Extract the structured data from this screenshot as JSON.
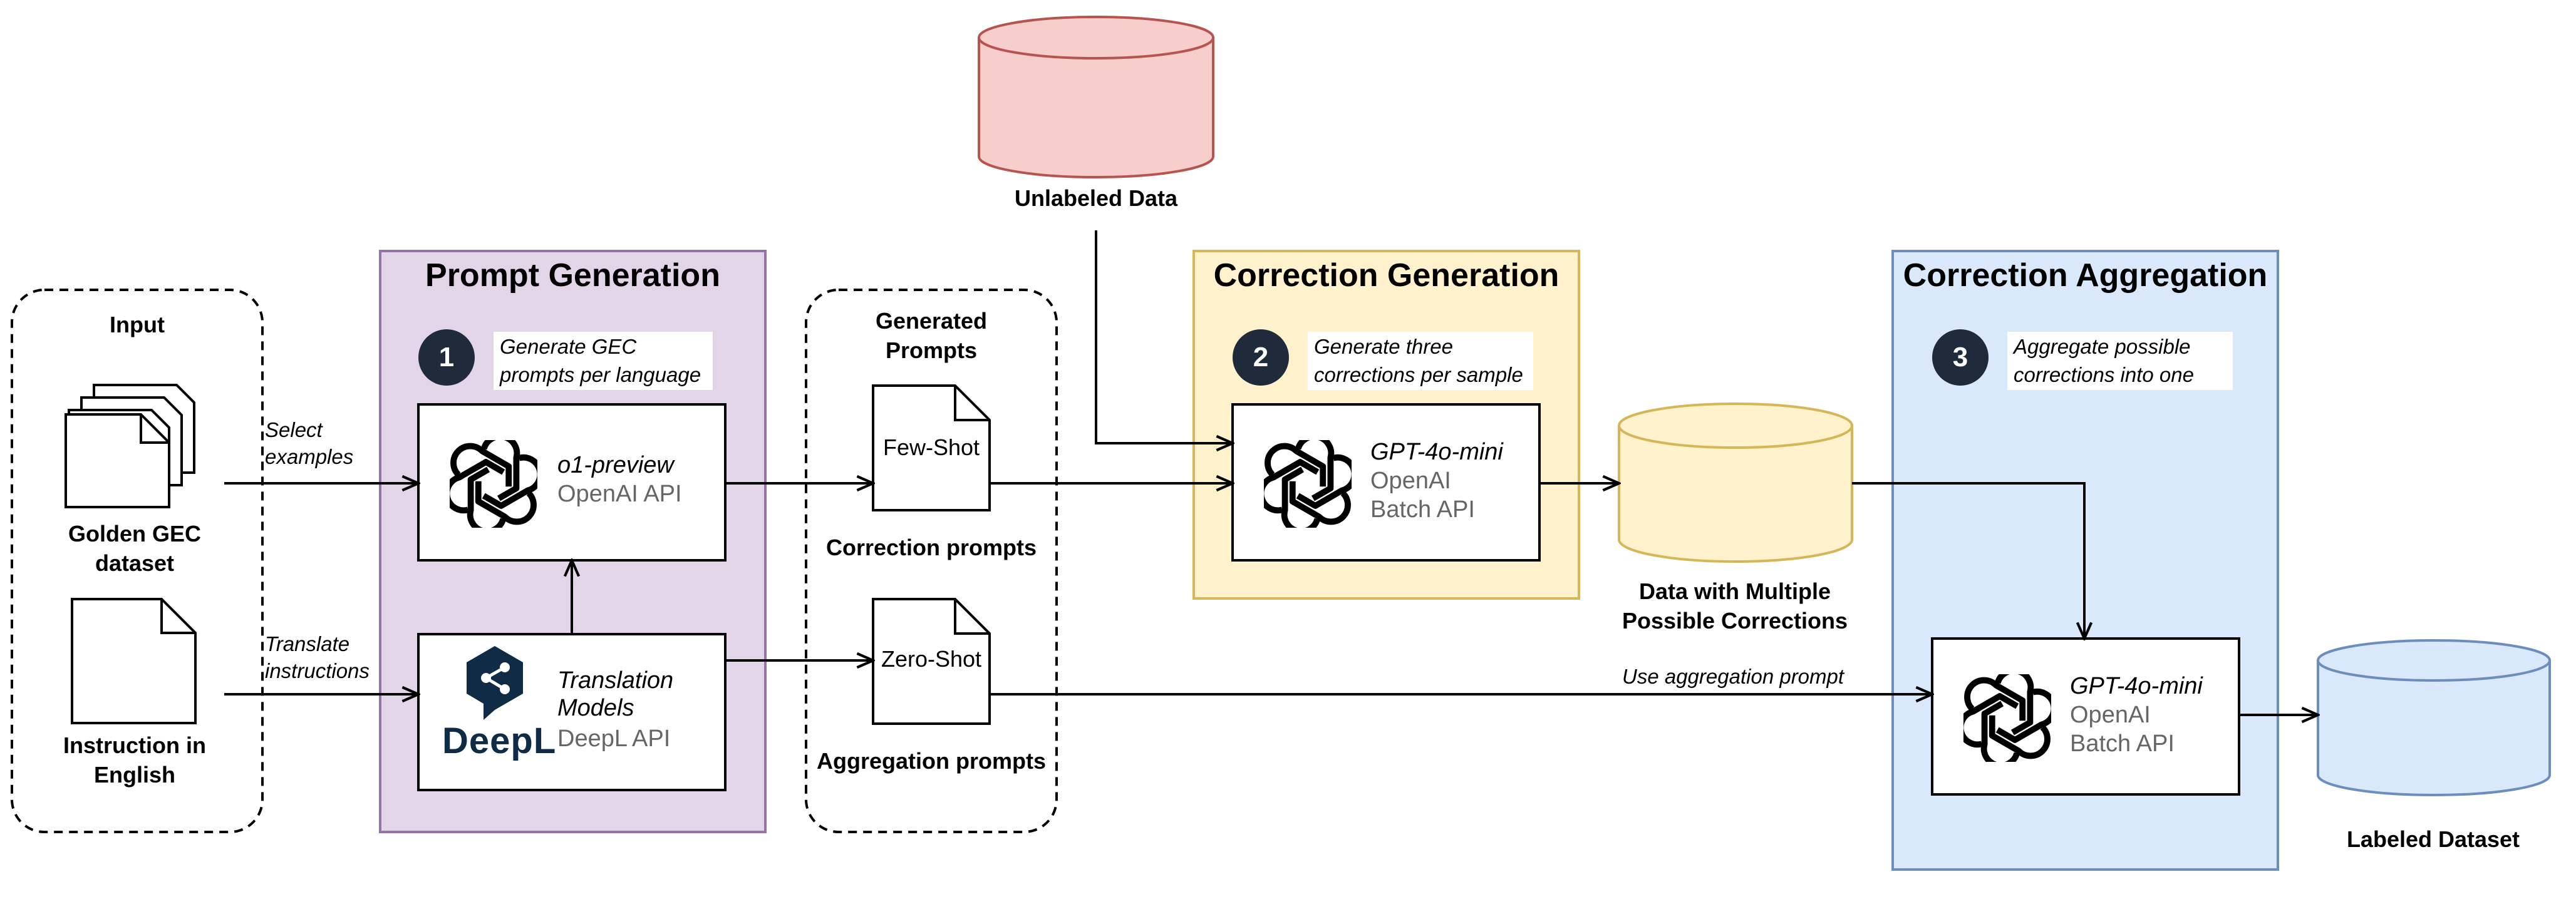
{
  "input": {
    "title": "Input",
    "golden_label": "Golden GEC dataset",
    "instruction_label": "Instruction in English"
  },
  "edges": {
    "select_examples": "Select examples",
    "translate_instructions": "Translate instructions",
    "use_aggregation_prompt": "Use aggregation prompt"
  },
  "prompt_generation": {
    "title": "Prompt Generation",
    "step_number": "1",
    "step_text": "Generate GEC prompts per language",
    "o1": {
      "name": "o1-preview",
      "api": "OpenAI API"
    },
    "translation": {
      "name": "Translation Models",
      "api": "DeepL API",
      "logo_text": "DeepL"
    }
  },
  "generated_prompts": {
    "title": "Generated Prompts",
    "few_shot": "Few-Shot",
    "correction_prompts": "Correction prompts",
    "zero_shot": "Zero-Shot",
    "aggregation_prompts": "Aggregation prompts"
  },
  "unlabeled_data": {
    "label": "Unlabeled Data"
  },
  "correction_generation": {
    "title": "Correction Generation",
    "step_number": "2",
    "step_text": "Generate three corrections per sample",
    "model": {
      "name": "GPT-4o-mini",
      "api_line1": "OpenAI",
      "api_line2": "Batch API"
    }
  },
  "multi_corrections": {
    "label": "Data with Multiple Possible Corrections"
  },
  "correction_aggregation": {
    "title": "Correction Aggregation",
    "step_number": "3",
    "step_text": "Aggregate possible corrections into one",
    "model": {
      "name": "GPT-4o-mini",
      "api_line1": "OpenAI",
      "api_line2": "Batch API"
    }
  },
  "labeled_dataset": {
    "label": "Labeled Dataset"
  },
  "colors": {
    "prompt_fill": "#e1d5e7",
    "prompt_border": "#9673a6",
    "correction_fill": "#fff2cc",
    "correction_border": "#d6b656",
    "aggregation_fill": "#dae8fc",
    "aggregation_border": "#6c8ebf",
    "unlabeled_fill": "#f8cecc",
    "unlabeled_border": "#b85450"
  },
  "icons": {
    "doc": "document-icon",
    "openai": "openai-logo-icon",
    "deepl": "deepl-logo-icon",
    "database": "database-cylinder-icon"
  }
}
